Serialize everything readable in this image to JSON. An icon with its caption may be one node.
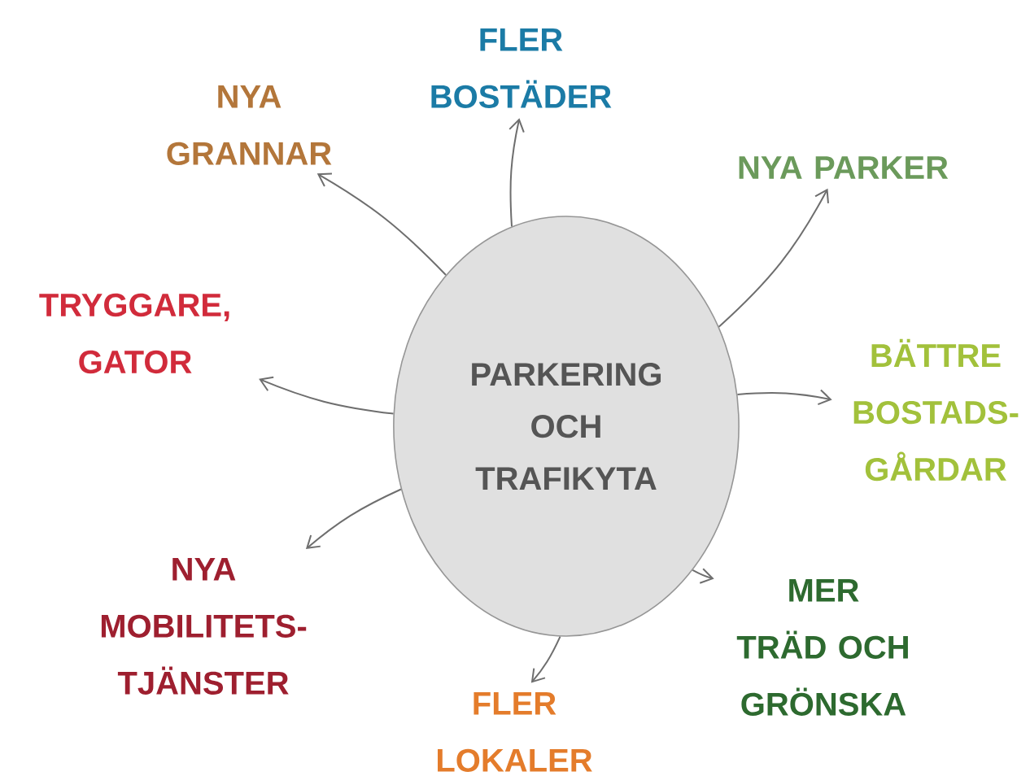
{
  "diagram": {
    "nodes": [
      {
        "text": [
          "PARKERING OCH TRAFIKYTA"
        ]
      },
      {
        "text": [
          "FLER BOSTÄDER"
        ]
      },
      {
        "text": [
          "NYA PARKER"
        ]
      },
      {
        "text": [
          "BÄTTRE BOSTADS-GÅRDAR"
        ]
      },
      {
        "text": [
          "MER TRÄD OCH GRÖNSKA"
        ]
      },
      {
        "text": [
          "FLER LOKALER"
        ]
      },
      {
        "text": [
          "NYA MOBILITETS-TJÄNSTER"
        ]
      },
      {
        "text": [
          "TRYGGARE, GATOR"
        ]
      },
      {
        "text": [
          "NYA GRANNAR"
        ]
      }
    ],
    "edges": [
      {
        "from": 0,
        "to": 1,
        "arrow": "to"
      },
      {
        "from": 0,
        "to": 2,
        "arrow": "to"
      },
      {
        "from": 0,
        "to": 3,
        "arrow": "to"
      },
      {
        "from": 0,
        "to": 4,
        "arrow": "to"
      },
      {
        "from": 0,
        "to": 5,
        "arrow": "to"
      },
      {
        "from": 0,
        "to": 6,
        "arrow": "to"
      },
      {
        "from": 0,
        "to": 7,
        "arrow": "to"
      },
      {
        "from": 0,
        "to": 8,
        "arrow": "to"
      }
    ]
  }
}
